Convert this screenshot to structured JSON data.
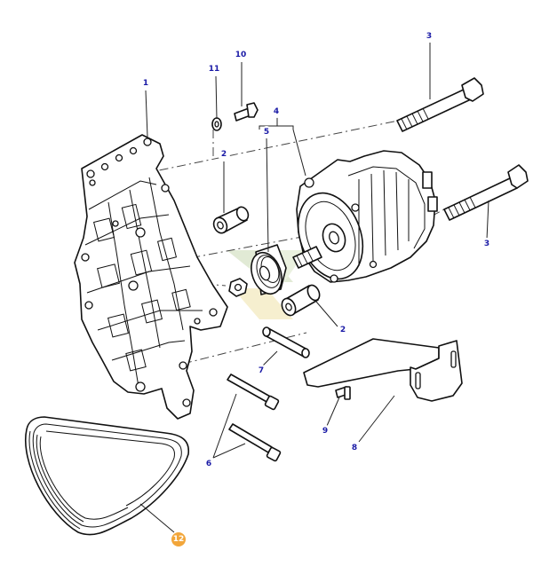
{
  "callouts": [
    {
      "id": "c1",
      "label": "1",
      "kind": "callout-1",
      "highlight": false
    },
    {
      "id": "c2a",
      "label": "2",
      "kind": "callout-2",
      "highlight": false
    },
    {
      "id": "c2b",
      "label": "2",
      "kind": "callout-2",
      "highlight": false
    },
    {
      "id": "c3a",
      "label": "3",
      "kind": "callout-3",
      "highlight": false
    },
    {
      "id": "c3b",
      "label": "3",
      "kind": "callout-3",
      "highlight": false
    },
    {
      "id": "c4",
      "label": "4",
      "kind": "callout-4",
      "highlight": false
    },
    {
      "id": "c5",
      "label": "5",
      "kind": "callout-5",
      "highlight": false
    },
    {
      "id": "c6",
      "label": "6",
      "kind": "callout-6",
      "highlight": false
    },
    {
      "id": "c7",
      "label": "7",
      "kind": "callout-7",
      "highlight": false
    },
    {
      "id": "c8",
      "label": "8",
      "kind": "callout-8",
      "highlight": false
    },
    {
      "id": "c9",
      "label": "9",
      "kind": "callout-9",
      "highlight": false
    },
    {
      "id": "c10",
      "label": "10",
      "kind": "callout-10",
      "highlight": false
    },
    {
      "id": "c11",
      "label": "11",
      "kind": "callout-11",
      "highlight": false
    },
    {
      "id": "c12",
      "label": "12",
      "kind": "callout-12",
      "highlight": true
    }
  ],
  "colors": {
    "line": "#111111",
    "callout_text": "#1a1aa6",
    "highlight_callout": "#f2a63a",
    "watermark_green": "#c9d9b4",
    "watermark_yellow": "#efe3a8"
  },
  "icons": {
    "watermark": "watermark-logo"
  }
}
